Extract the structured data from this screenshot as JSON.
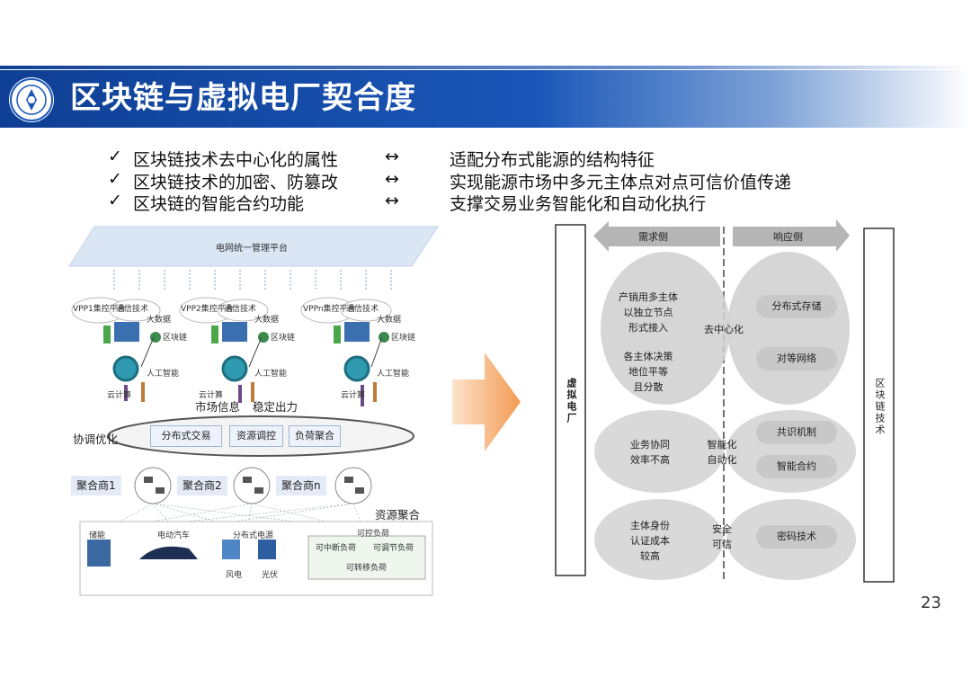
{
  "slide": {
    "title": "区块链与虚拟电厂契合度",
    "page_number": "23"
  },
  "bullets": [
    {
      "check": "✓",
      "left": "区块链技术去中心化的属性",
      "arrow": "↔",
      "right": "适配分布式能源的结构特征"
    },
    {
      "check": "✓",
      "left": "区块链技术的加密、防篡改",
      "arrow": "↔",
      "right": "实现能源市场中多元主体点对点可信价值传递"
    },
    {
      "check": "✓",
      "left": "区块链的智能合约功能",
      "arrow": "↔",
      "right": "支撑交易业务智能化和自动化执行"
    }
  ],
  "left_diagram": {
    "platform": "电网统一管理平台",
    "vpps": [
      {
        "ctrl": "VPP1集控平台",
        "comm": "通信技术",
        "bigdata": "大数据",
        "chain": "区块链",
        "ai": "人工智能",
        "cloud": "云计算"
      },
      {
        "ctrl": "VPP2集控平台",
        "comm": "通信技术",
        "bigdata": "大数据",
        "chain": "区块链",
        "ai": "人工智能",
        "cloud": "云计算"
      },
      {
        "ctrl": "VPPn集控平台",
        "comm": "通信技术",
        "bigdata": "大数据",
        "chain": "区块链",
        "ai": "人工智能",
        "cloud": "云计算"
      }
    ],
    "market_info": "市场信息",
    "stable_output": "稳定出力",
    "coordination": "协调优化",
    "services": [
      "分布式交易",
      "资源调控",
      "负荷聚合"
    ],
    "aggregators": [
      "聚合商1",
      "聚合商2",
      "聚合商n"
    ],
    "resource_aggregation": "资源聚合",
    "resources": {
      "storage": "储能",
      "ev": "电动汽车",
      "dg": "分布式电源",
      "wind": "风电",
      "pv": "光伏",
      "controllable_load": "可控负荷",
      "interruptible": "可中断负荷",
      "adjustable": "可调节负荷",
      "shiftable": "可转移负荷"
    }
  },
  "right_diagram": {
    "vpp_label": "虚拟电厂",
    "chain_label": "区块链技术",
    "demand_side": "需求侧",
    "response_side": "响应侧",
    "row1": {
      "left_a": [
        "产销用多主体",
        "以独立节点",
        "形式接入"
      ],
      "left_b": [
        "各主体决策",
        "地位平等",
        "且分散"
      ],
      "center": "去中心化",
      "right": [
        "分布式存储",
        "对等网络"
      ]
    },
    "row2": {
      "left": [
        "业务协同",
        "效率不高"
      ],
      "center": [
        "智能化",
        "自动化"
      ],
      "right": [
        "共识机制",
        "智能合约"
      ]
    },
    "row3": {
      "left": [
        "主体身份",
        "认证成本",
        "较高"
      ],
      "center": [
        "安全",
        "可信"
      ],
      "right": [
        "密码技术"
      ]
    }
  },
  "colors": {
    "header_blue": "#1a56b8",
    "arrow_orange": "#f6a96a"
  }
}
